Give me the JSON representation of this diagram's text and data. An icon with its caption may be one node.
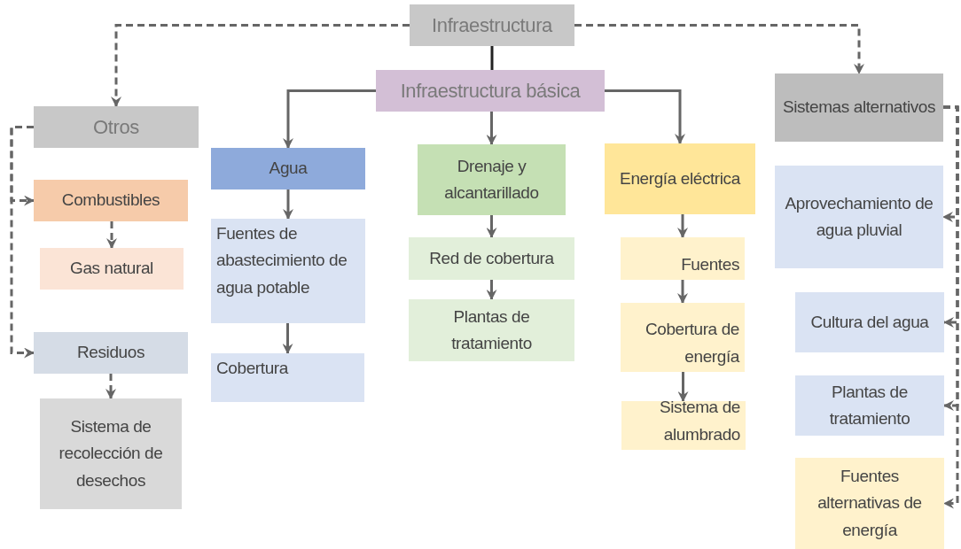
{
  "diagram": {
    "nodes": [
      {
        "text": [
          "Infraestructura"
        ]
      },
      {
        "text": [
          "Infraestructura básica"
        ]
      },
      {
        "text": [
          "Otros"
        ]
      },
      {
        "text": [
          "Sistemas alternativos"
        ]
      },
      {
        "text": [
          "Combustibles"
        ]
      },
      {
        "text": [
          "Gas natural"
        ]
      },
      {
        "text": [
          "Residuos"
        ]
      },
      {
        "text": [
          "Sistema de recolección de desechos"
        ]
      },
      {
        "text": [
          "Agua"
        ]
      },
      {
        "text": [
          "Fuentes de abastecimiento de agua potable"
        ]
      },
      {
        "text": [
          "Cobertura"
        ]
      },
      {
        "text": [
          "Drenaje y alcantarillado"
        ]
      },
      {
        "text": [
          "Red de cobertura"
        ]
      },
      {
        "text": [
          "Plantas de tratamiento"
        ]
      },
      {
        "text": [
          "Energía eléctrica"
        ]
      },
      {
        "text": [
          "Fuentes"
        ]
      },
      {
        "text": [
          "Cobertura de energía"
        ]
      },
      {
        "text": [
          "Sistema de alumbrado"
        ]
      },
      {
        "text": [
          "Aprovechamiento de agua pluvial"
        ]
      },
      {
        "text": [
          "Cultura del agua"
        ]
      },
      {
        "text": [
          "Plantas de tratamiento"
        ]
      },
      {
        "text": [
          "Fuentes alternativas de energía"
        ]
      }
    ],
    "edges": [
      {
        "from": 0,
        "to": 1,
        "arrow": "none",
        "color": "#222222"
      },
      {
        "from": 0,
        "to": 2,
        "arrow": "to",
        "style": "dashed"
      },
      {
        "from": 0,
        "to": 3,
        "arrow": "to",
        "style": "dashed"
      },
      {
        "from": 1,
        "to": 8,
        "arrow": "to"
      },
      {
        "from": 1,
        "to": 11,
        "arrow": "to"
      },
      {
        "from": 1,
        "to": 14,
        "arrow": "to"
      },
      {
        "from": 2,
        "to": 4,
        "arrow": "to",
        "style": "dashed"
      },
      {
        "from": 2,
        "to": 6,
        "arrow": "to",
        "style": "dashed"
      },
      {
        "from": 4,
        "to": 5,
        "arrow": "to",
        "style": "dashed"
      },
      {
        "from": 6,
        "to": 7,
        "arrow": "to",
        "style": "dashed"
      },
      {
        "from": 8,
        "to": 9,
        "arrow": "to"
      },
      {
        "from": 9,
        "to": 10,
        "arrow": "to"
      },
      {
        "from": 11,
        "to": 12,
        "arrow": "to"
      },
      {
        "from": 12,
        "to": 13,
        "arrow": "to"
      },
      {
        "from": 14,
        "to": 15,
        "arrow": "to"
      },
      {
        "from": 15,
        "to": 16,
        "arrow": "to"
      },
      {
        "from": 16,
        "to": 17,
        "arrow": "to"
      },
      {
        "from": 3,
        "to": 18,
        "arrow": "to",
        "style": "dashed"
      },
      {
        "from": 3,
        "to": 19,
        "arrow": "to",
        "style": "dashed"
      },
      {
        "from": 3,
        "to": 20,
        "arrow": "to",
        "style": "dashed"
      },
      {
        "from": 3,
        "to": 21,
        "arrow": "to",
        "style": "dashed"
      }
    ]
  }
}
